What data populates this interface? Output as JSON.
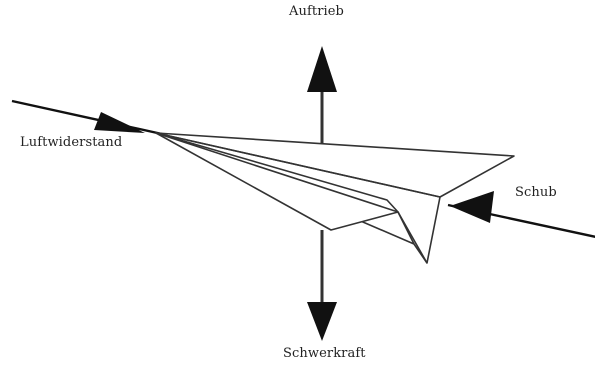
{
  "forces": {
    "lift": "Auftrieb",
    "drag": "Luftwiderstand",
    "thrust": "Schub",
    "weight": "Schwerkraft"
  },
  "colors": {
    "ink": "#111111",
    "paper_plane_fill": "#ffffff",
    "background": "#ffffff"
  },
  "icons": {
    "plane": "paper-plane-icon",
    "arrow_up": "arrow-up-icon",
    "arrow_down": "arrow-down-icon",
    "arrow_left": "arrow-left-icon"
  }
}
